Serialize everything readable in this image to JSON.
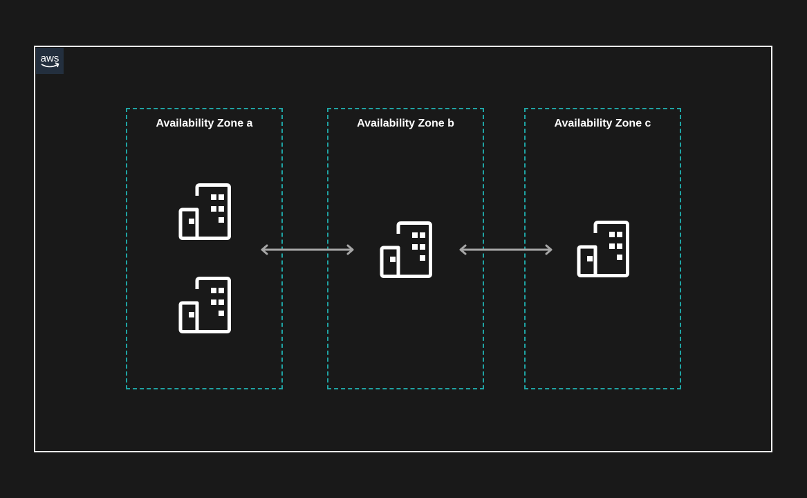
{
  "logo": {
    "text": "aws"
  },
  "zones": [
    {
      "label": "Availability Zone a",
      "buildings": 2
    },
    {
      "label": "Availability Zone b",
      "buildings": 1
    },
    {
      "label": "Availability Zone c",
      "buildings": 1
    }
  ],
  "colors": {
    "background": "#191919",
    "frame": "#ffffff",
    "zone_border": "#1fa3a3",
    "arrow": "#a6a6a6",
    "logo_bg": "#232f3e"
  },
  "icons": {
    "building": "building-icon",
    "connector": "double-arrow"
  }
}
